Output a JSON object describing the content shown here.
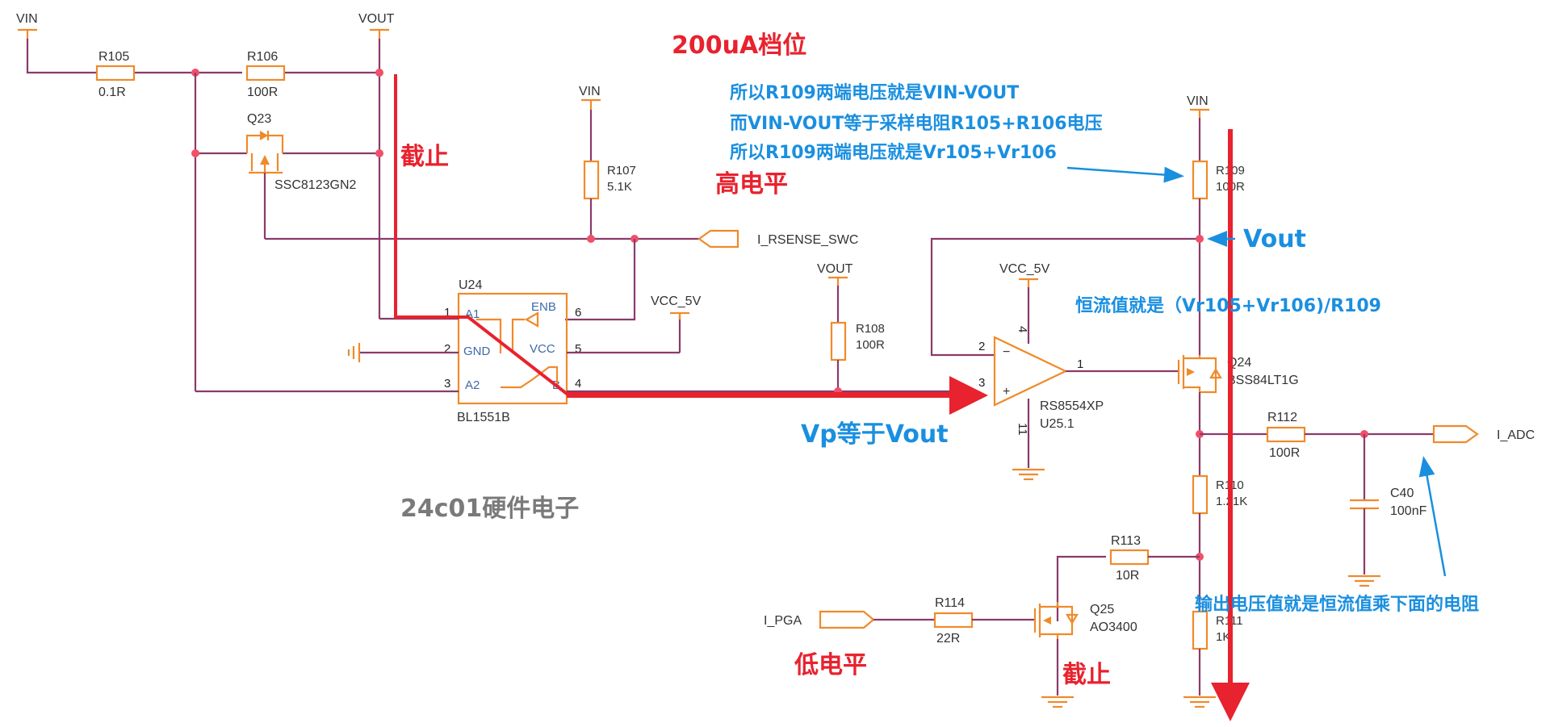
{
  "diagram": {
    "type": "circuit-schematic",
    "title_annotation": "200uA档位",
    "watermark": "24c01硬件电子",
    "colors": {
      "wire": "#8a3a6a",
      "component": "#f08a2a",
      "junction": "#f0506a",
      "annotation_red": "#e8222e",
      "annotation_blue": "#1a8fe0"
    }
  },
  "power": {
    "vin_1": "VIN",
    "vout_1": "VOUT",
    "vin_2": "VIN",
    "vin_3": "VIN",
    "vout_2": "VOUT",
    "vcc_1": "VCC_5V",
    "vcc_2": "VCC_5V"
  },
  "components": {
    "r105": {
      "ref": "R105",
      "value": "0.1R"
    },
    "r106": {
      "ref": "R106",
      "value": "100R"
    },
    "r107": {
      "ref": "R107",
      "value": "5.1K"
    },
    "r108": {
      "ref": "R108",
      "value": "100R"
    },
    "r109": {
      "ref": "R109",
      "value": "100R"
    },
    "r110": {
      "ref": "R110",
      "value": "1.21K"
    },
    "r111": {
      "ref": "R111",
      "value": "1K"
    },
    "r112": {
      "ref": "R112",
      "value": "100R"
    },
    "r113": {
      "ref": "R113",
      "value": "10R"
    },
    "r114": {
      "ref": "R114",
      "value": "22R"
    },
    "c40": {
      "ref": "C40",
      "value": "100nF"
    },
    "q23": {
      "ref": "Q23",
      "part": "SSC8123GN2"
    },
    "q24": {
      "ref": "Q24",
      "part": "BSS84LT1G"
    },
    "q25": {
      "ref": "Q25",
      "part": "AO3400"
    },
    "u24": {
      "ref": "U24",
      "part": "BL1551B",
      "pins": [
        {
          "num": "1",
          "name": "A1"
        },
        {
          "num": "2",
          "name": "GND"
        },
        {
          "num": "3",
          "name": "A2"
        },
        {
          "num": "4",
          "name": "B"
        },
        {
          "num": "5",
          "name": "VCC"
        },
        {
          "num": "6",
          "name": "ENB"
        }
      ]
    },
    "u25": {
      "ref": "U25.1",
      "part": "RS8554XP",
      "pins": {
        "inv": "2",
        "noninv": "3",
        "out": "1",
        "vpos": "4",
        "vneg": "11"
      }
    }
  },
  "nets": {
    "i_rsense_swc": "I_RSENSE_SWC",
    "i_adc": "I_ADC",
    "i_pga": "I_PGA"
  },
  "annotations": {
    "cutoff_1": "截止",
    "high_level": "高电平",
    "vp_eq_vout": "Vp等于Vout",
    "vout": "Vout",
    "low_level": "低电平",
    "cutoff_2": "截止",
    "explain_line1": "所以R109两端电压就是VIN-VOUT",
    "explain_line2": "而VIN-VOUT等于采样电阻R105+R106电压",
    "explain_line3": "所以R109两端电压就是Vr105+Vr106",
    "constant_current": "恒流值就是（Vr105+Vr106)/R109",
    "output_voltage": "输出电压值就是恒流值乘下面的电阻"
  }
}
